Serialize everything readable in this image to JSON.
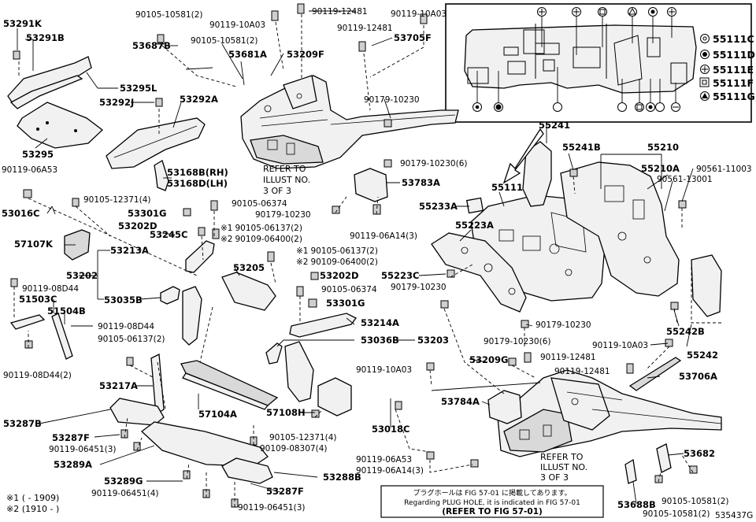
{
  "labels": {
    "l53291K": "53291K",
    "l53291B": "53291B",
    "l53295L": "53295L",
    "l53292J": "53292J",
    "l53295": "53295",
    "l53292A": "53292A",
    "l53687B": "53687B",
    "l53681A": "53681A",
    "l53209F": "53209F",
    "l53705F": "53705F",
    "b90105_10581_top": "90105-10581(2)",
    "b90105_10581_top2": "90105-10581(2)",
    "b90119_10A03_top1": "90119-10A03",
    "b90119_12481_top1": "90119-12481",
    "b90119_10A03_top2": "90119-10A03",
    "b90119_12481_top2": "90119-12481",
    "b90179_10230_a": "90179-10230",
    "l53168B": "53168B(RH)",
    "l53168D": "53168D(LH)",
    "b90119_06A53_left": "90119-06A53",
    "b90105_12371_4_a": "90105-12371(4)",
    "l53016C": "53016C",
    "l53301G_a": "53301G",
    "l53202D_a": "53202D",
    "l53245C": "53245C",
    "b90105_06374_a": "90105-06374",
    "n1_90105_06137_a": "90105-06137(2)",
    "n2_90109_06400_a": "90109-06400(2)",
    "l57107K": "57107K",
    "l53213A": "53213A",
    "l53202": "53202",
    "b90119_08D44_a": "90119-08D44",
    "l51503C": "51503C",
    "l51504B": "51504B",
    "l53035B": "53035B",
    "l53205": "53205",
    "n1_90105_06137_b": "90105-06137(2)",
    "n2_90109_06400_b": "90109-06400(2)",
    "l53202D_b": "53202D",
    "b90105_06374_b": "90105-06374",
    "l53301G_b": "53301G",
    "b90119_08D44_b": "90119-08D44",
    "b90105_06137_2_c": "90105-06137(2)",
    "b90119_08D44_2": "90119-08D44(2)",
    "l53214A": "53214A",
    "l53036B": "53036B",
    "l53203": "53203",
    "l53217A": "53217A",
    "l57104A": "57104A",
    "l53287B": "53287B",
    "l53287F_a": "53287F",
    "b90119_06451_3_a": "90119-06451(3)",
    "l57108H": "57108H",
    "b90105_12371_4_b": "90105-12371(4)",
    "b90109_08307_4": "90109-08307(4)",
    "l53018C": "53018C",
    "l53289A": "53289A",
    "l53289G": "53289G",
    "b90119_06451_4": "90119-06451(4)",
    "l53287F_b": "53287F",
    "l53288B": "53288B",
    "b90119_06451_3_b": "90119-06451(3)",
    "l55241": "55241",
    "l55241B": "55241B",
    "l55210": "55210",
    "l55210A": "55210A",
    "b90561_11003": "90561-11003",
    "b90561_13001": "90561-13001",
    "l55111": "55111",
    "l55233A": "55233A",
    "l55223A": "55223A",
    "b90179_10230_6_a": "90179-10230(6)",
    "l53783A": "53783A",
    "b90179_10230_b": "90179-10230",
    "b90119_06A14_3_a": "90119-06A14(3)",
    "l55223C": "55223C",
    "b90179_10230_c": "90179-10230",
    "b90179_10230_d": "90179-10230",
    "b90179_10230_6_b": "90179-10230(6)",
    "b90119_10A03_mid": "90119-10A03",
    "l55242B": "55242B",
    "l55242": "55242",
    "b90119_12481_mid1": "90119-12481",
    "b90119_12481_mid2": "90119-12481",
    "l53209G": "53209G",
    "l53706A": "53706A",
    "b90119_10A03_low": "90119-10A03",
    "l53784A": "53784A",
    "b90119_06A53_low": "90119-06A53",
    "b90119_06A14_3_b": "90119-06A14(3)",
    "l53682": "53682",
    "l53688B": "53688B",
    "b90105_10581_2_c": "90105-10581(2)",
    "b90105_10581_2_d": "90105-10581(2)"
  },
  "refer_top": [
    "REFER TO",
    "ILLUST NO.",
    "3 OF 3"
  ],
  "refer_bottom": [
    "REFER TO",
    "ILLUST NO.",
    "3 OF 3"
  ],
  "notes": {
    "mark1": "※1",
    "mark2": "※2",
    "footnote1": "※1 (      - 1909)",
    "footnote2": "※2 (1910 -      )"
  },
  "plug_note": {
    "jp": "プラグホールは FIG 57-01 に掲載してあります。",
    "en": "Regarding PLUG HOLE, it is indicated in FIG 57-01",
    "ref": "(REFER TO FIG 57-01)"
  },
  "legend": [
    {
      "code": "55111C",
      "symbol": "open-circle"
    },
    {
      "code": "55111D",
      "symbol": "filled-circle"
    },
    {
      "code": "55111E",
      "symbol": "cross-circle"
    },
    {
      "code": "55111F",
      "symbol": "square"
    },
    {
      "code": "55111G",
      "symbol": "triangle-circle"
    }
  ],
  "figure_id": "535437G"
}
